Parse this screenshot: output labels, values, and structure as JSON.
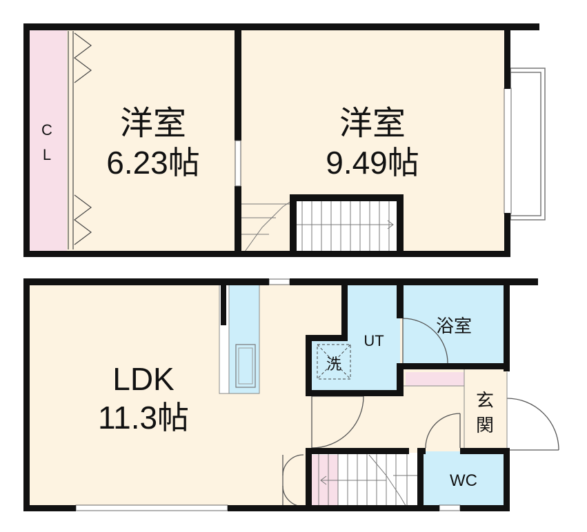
{
  "colors": {
    "floor": "#fdf3e1",
    "wall": "#111111",
    "wet_area": "#cdeefa",
    "closet": "#f8dfe8",
    "stair_pink": "#f8dfe8",
    "outline": "#555555"
  },
  "upper_floor": {
    "closet": {
      "label_c": "C",
      "label_l": "L"
    },
    "western_room_1": {
      "name": "洋室",
      "size": "6.23帖"
    },
    "western_room_2": {
      "name": "洋室",
      "size": "9.49帖"
    }
  },
  "lower_floor": {
    "ldk": {
      "name": "LDK",
      "size": "11.3帖"
    },
    "utility": {
      "label": "UT"
    },
    "washer": {
      "label": "洗"
    },
    "bathroom": {
      "label": "浴室"
    },
    "entrance": {
      "label_1": "玄",
      "label_2": "関"
    },
    "toilet": {
      "label": "WC"
    }
  }
}
